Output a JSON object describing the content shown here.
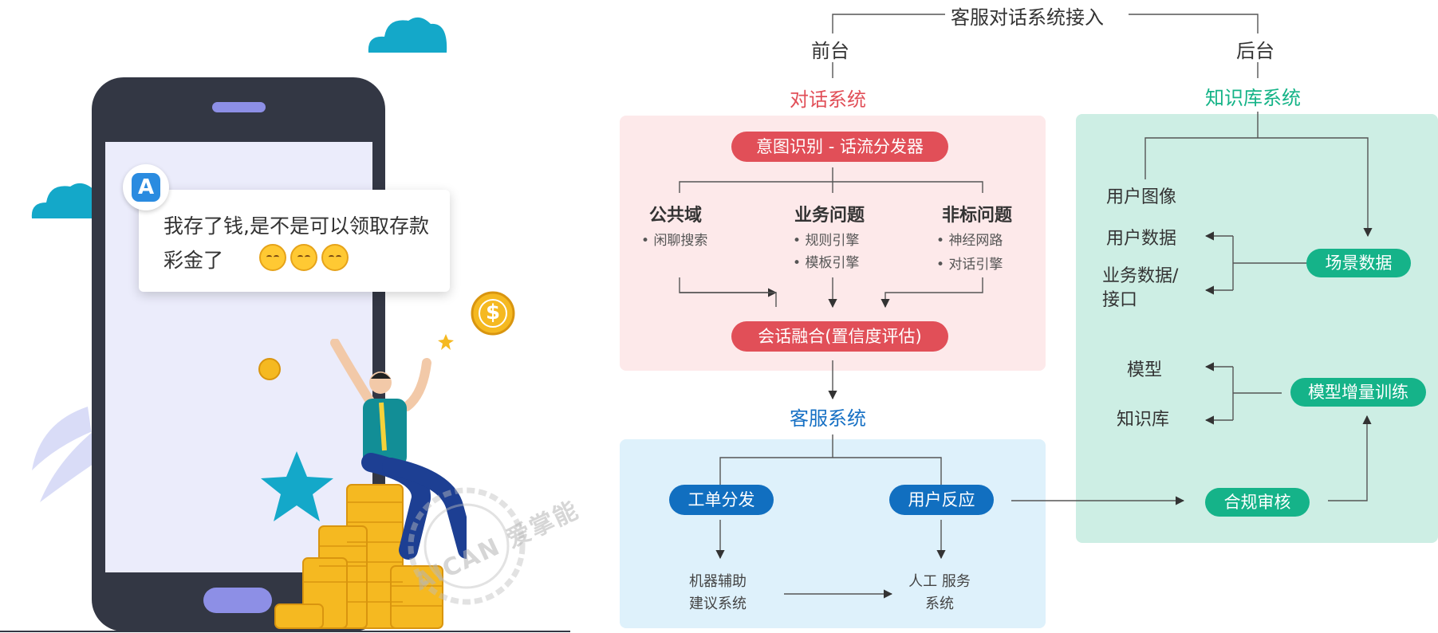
{
  "bubble": {
    "text": "我存了钱,是不是可以领取存款彩金了"
  },
  "avatar": {
    "glyph": "A"
  },
  "illustration": {
    "coin_symbol": "$",
    "watermark": "AICAN 爱掌能"
  },
  "diagram": {
    "root_title": "客服对话系统接入",
    "front": "前台",
    "back": "后台",
    "dialog_system": "对话系统",
    "intent_pill": "意图识别 - 话流分发器",
    "domains": [
      {
        "heading": "公共域",
        "items": [
          "闲聊搜索"
        ]
      },
      {
        "heading": "业务问题",
        "items": [
          "规则引擎",
          "模板引擎"
        ]
      },
      {
        "heading": "非标问题",
        "items": [
          "神经网路",
          "对话引擎"
        ]
      }
    ],
    "fusion_pill": "会话融合(置信度评估)",
    "service_system": "客服系统",
    "ticket_pill": "工单分发",
    "reaction_pill": "用户反应",
    "machine_assist": "机器辅助 建议系统",
    "human_service": "人工 服务系统",
    "kb_system": "知识库系统",
    "user_image": "用户图像",
    "user_data": "用户数据",
    "business_data": "业务数据/ 接口",
    "scene_pill": "场景数据",
    "model": "模型",
    "kb": "知识库",
    "model_train_pill": "模型增量训练",
    "compliance_pill": "合规审核"
  },
  "colors": {
    "red": "#e14f58",
    "blue": "#116fc0",
    "green": "#15b389",
    "pink_panel": "#fde9ea",
    "blue_panel": "#def1fb",
    "green_panel": "#cdeee4"
  }
}
